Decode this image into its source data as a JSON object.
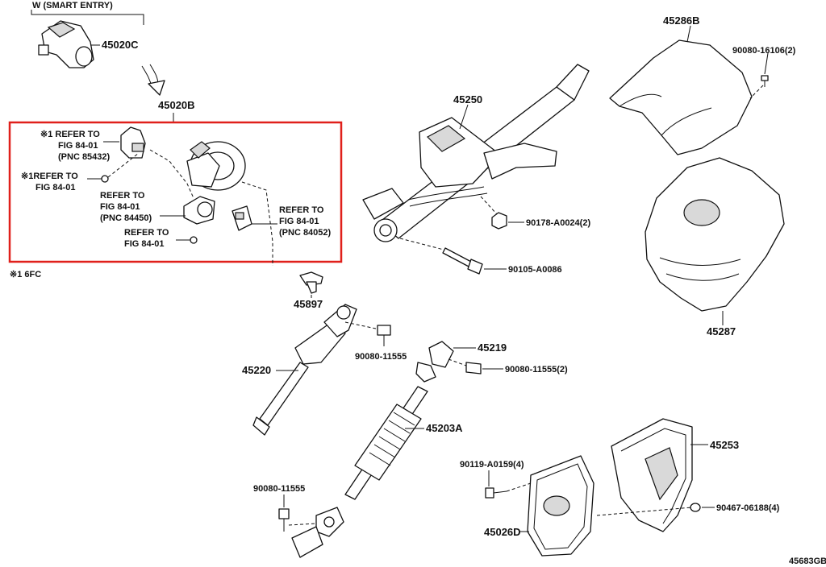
{
  "header": {
    "variant": "W (SMART ENTRY)"
  },
  "highlight": {
    "color": "#e0201b"
  },
  "footnote": "※1 6FC",
  "diagram_id": "45683GB",
  "parts": {
    "p45020C": "45020C",
    "p45020B": "45020B",
    "p45250": "45250",
    "p45286B": "45286B",
    "p90080_16106": "90080-16106(2)",
    "p45287": "45287",
    "p90178": "90178-A0024(2)",
    "p90105": "90105-A0086",
    "p45897": "45897",
    "p45220": "45220",
    "p90080_11555_a": "90080-11555",
    "p45219": "45219",
    "p90080_11555_2": "90080-11555(2)",
    "p45203A": "45203A",
    "p45253": "45253",
    "p90119": "90119-A0159(4)",
    "p90467": "90467-06188(4)",
    "p90080_11555_b": "90080-11555",
    "p45026D": "45026D"
  },
  "refs": {
    "r1": [
      "※1 REFER TO",
      "FIG 84-01",
      "(PNC 85432)"
    ],
    "r2": [
      "※1REFER TO",
      "FIG 84-01"
    ],
    "r3": [
      "REFER TO",
      "FIG 84-01",
      "(PNC 84450)"
    ],
    "r4": [
      "REFER TO",
      "FIG 84-01"
    ],
    "r5": [
      "REFER TO",
      "FIG 84-01",
      "(PNC 84052)"
    ]
  }
}
